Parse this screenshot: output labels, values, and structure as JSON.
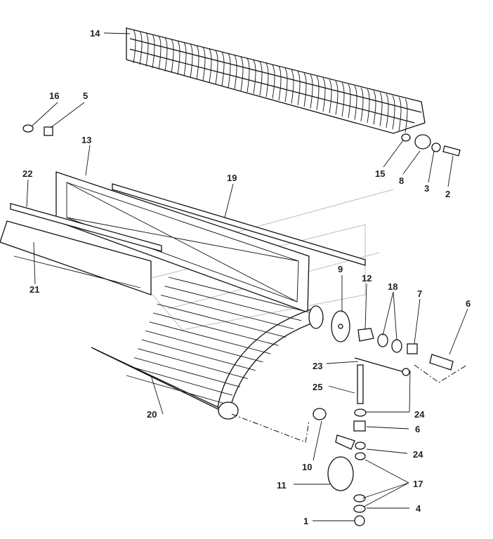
{
  "diagram": {
    "type": "exploded parts diagram",
    "callouts": {
      "c14": "14",
      "c16": "16",
      "c5": "5",
      "c13": "13",
      "c22": "22",
      "c19": "19",
      "c15": "15",
      "c8": "8",
      "c3": "3",
      "c2": "2",
      "c21": "21",
      "c9": "9",
      "c12": "12",
      "c18": "18",
      "c7": "7",
      "c6a": "6",
      "c23": "23",
      "c25": "25",
      "c24a": "24",
      "c20": "20",
      "c6b": "6",
      "c24b": "24",
      "c10": "10",
      "c11": "11",
      "c17": "17",
      "c4": "4",
      "c1": "1"
    }
  }
}
